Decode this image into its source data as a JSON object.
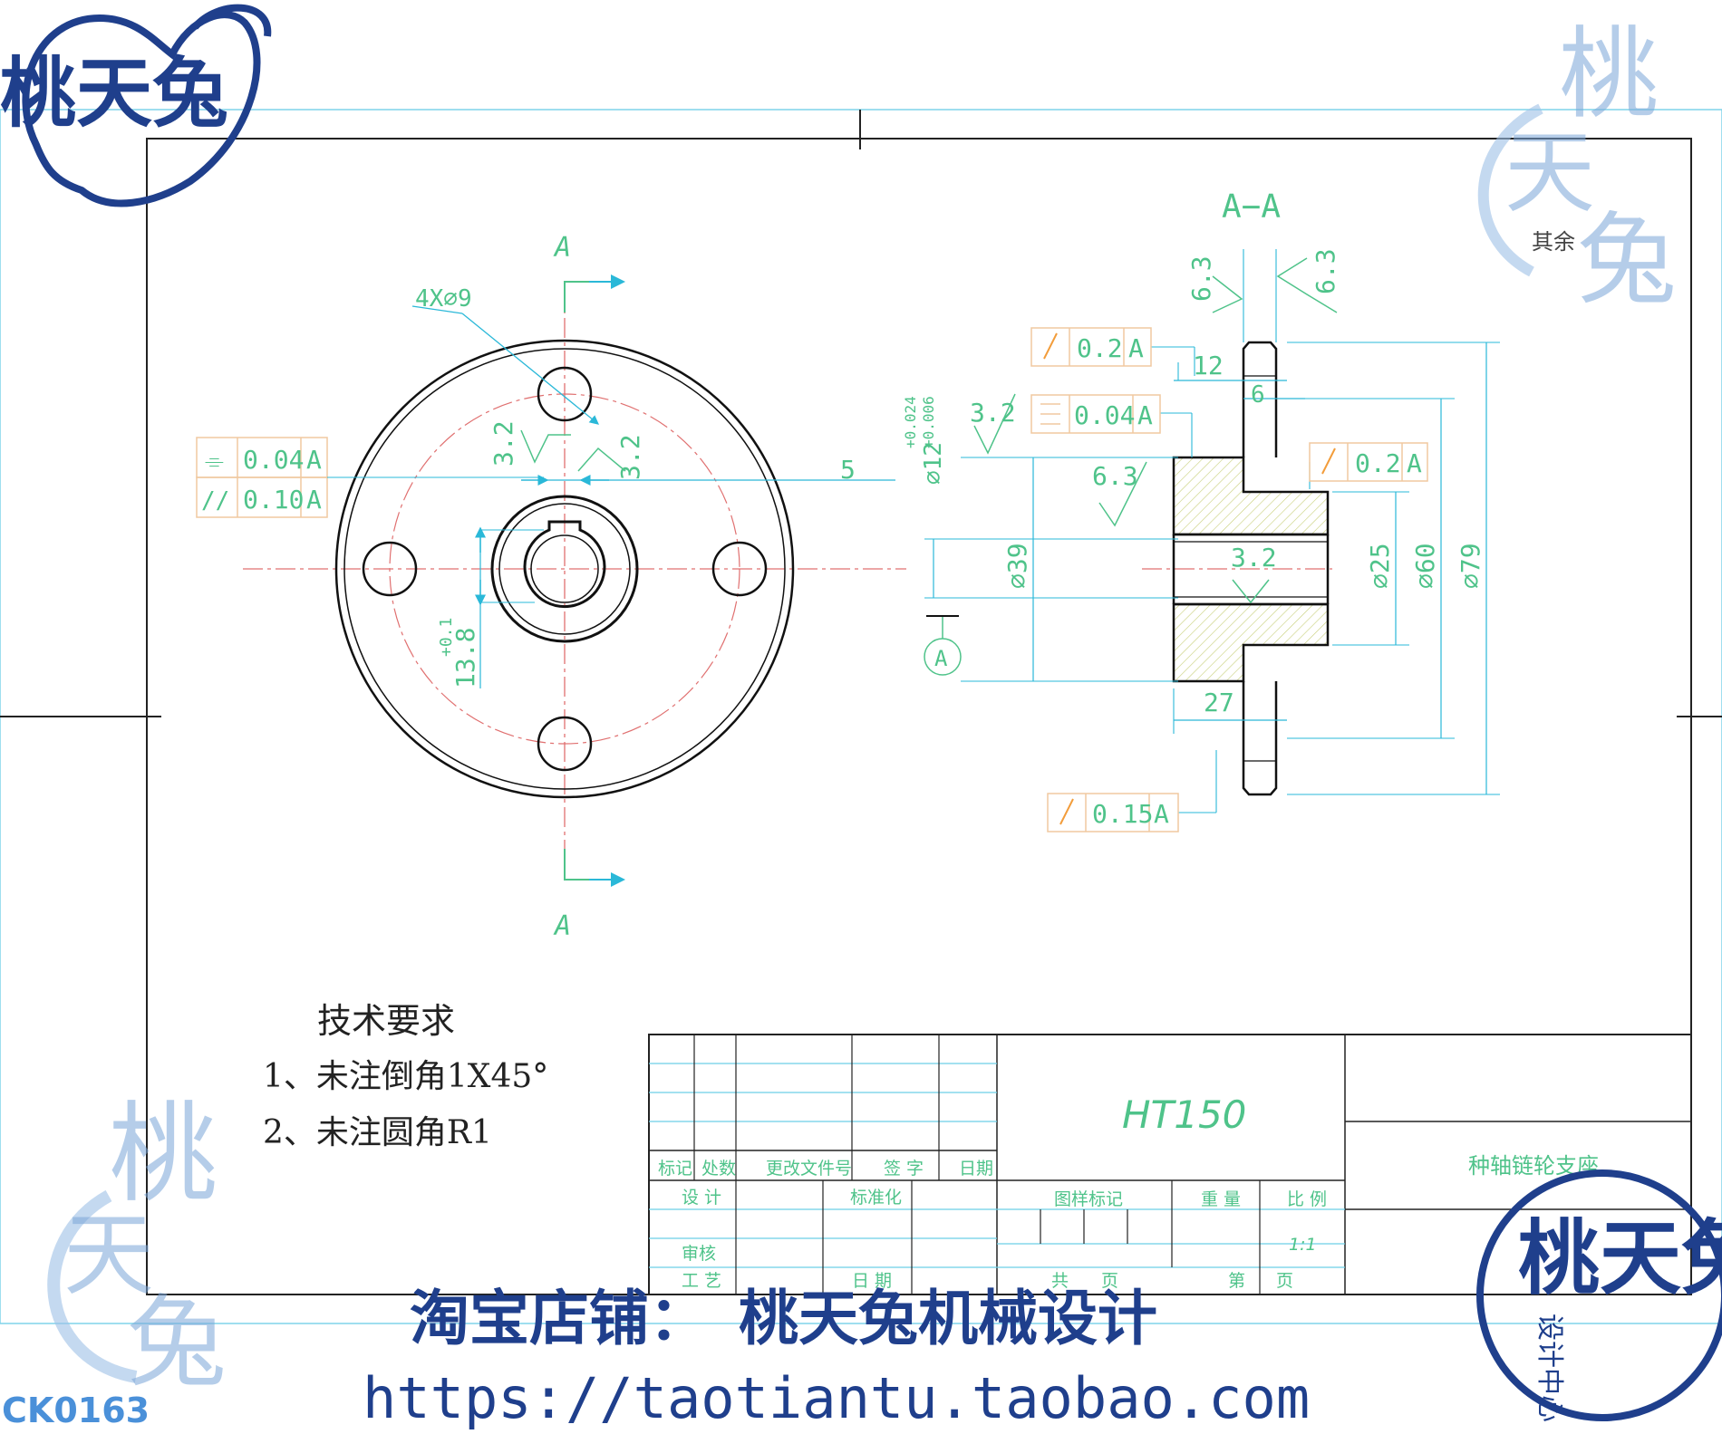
{
  "logo": {
    "brand_text": "桃天兔"
  },
  "watermarks": {
    "top_right": [
      "桃",
      "天",
      "兔"
    ],
    "top_right_small": "其余",
    "bottom_left": [
      "桃",
      "天",
      "兔"
    ],
    "bottom_right": {
      "main": "桃天兔",
      "sub": "设计中心"
    }
  },
  "code": "CK0163",
  "shop": {
    "line1": "淘宝店铺：　桃天兔机械设计",
    "line2": "https://taotiantu.taobao.com"
  },
  "front_view": {
    "section_mark": "A",
    "hole_label": "4X⌀9",
    "rough_a": "3.2",
    "rough_b": "3.2",
    "dim_5": "5",
    "key_dim": "13.8",
    "key_tol": "+0.1",
    "tol_flat": {
      "symbol": "⌯",
      "value": "0.04",
      "datum": "A"
    },
    "tol_parallel": {
      "symbol": "//",
      "value": "0.10",
      "datum": "A"
    }
  },
  "section_view": {
    "title": "A−A",
    "rough_top_l": "6.3",
    "rough_top_r": "6.3",
    "rough_a": "3.2",
    "rough_b": "6.3",
    "rough_bore": "3.2",
    "dim_12": "12",
    "dim_6": "6",
    "dim_27": "27",
    "dim_bore": "⌀12",
    "bore_tol_upper": "+0.024",
    "bore_tol_lower": "+0.006",
    "dim_39": "⌀39",
    "dim_25": "⌀25",
    "dim_60": "⌀60",
    "dim_79": "⌀79",
    "datum": "A",
    "tol_runout_top": {
      "value": "0.2",
      "datum": "A"
    },
    "tol_flat_mid": {
      "value": "0.04",
      "datum": "A"
    },
    "tol_runout_right": {
      "value": "0.2",
      "datum": "A"
    },
    "tol_runout_bottom": {
      "value": "0.15",
      "datum": "A"
    }
  },
  "tech_req": {
    "title": "技术要求",
    "items": [
      "1、未注倒角1X45°",
      "2、未注圆角R1"
    ]
  },
  "title_block": {
    "material": "HT150",
    "part_name": "种轴链轮支座",
    "col_mark": "标记",
    "col_count": "处数",
    "col_doc": "更改文件号",
    "col_sign": "签 字",
    "col_date": "日期",
    "design": "设 计",
    "standard": "标准化",
    "review": "审核",
    "process": "工 艺",
    "date": "日 期",
    "drawing_mark": "图样标记",
    "weight": "重 量",
    "scale_label": "比 例",
    "scale": "1:1",
    "total": "共",
    "sheet_no": "第",
    "page": "页"
  }
}
